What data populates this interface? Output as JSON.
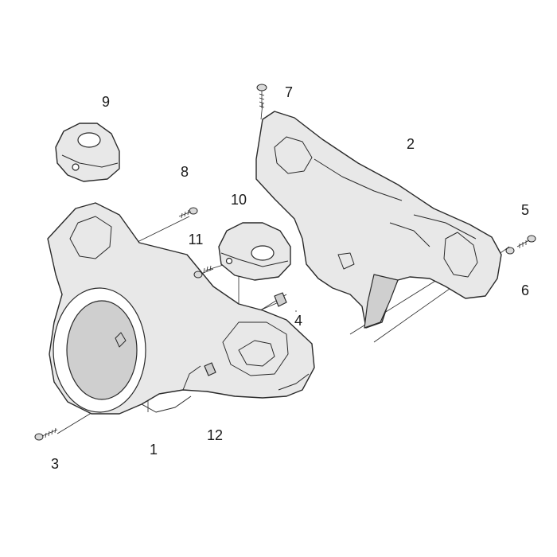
{
  "callouts": [
    {
      "id": "1",
      "label": "1"
    },
    {
      "id": "2",
      "label": "2"
    },
    {
      "id": "3",
      "label": "3"
    },
    {
      "id": "4",
      "label": "4"
    },
    {
      "id": "5",
      "label": "5"
    },
    {
      "id": "6",
      "label": "6"
    },
    {
      "id": "7",
      "label": "7"
    },
    {
      "id": "8",
      "label": "8"
    },
    {
      "id": "9",
      "label": "9"
    },
    {
      "id": "10",
      "label": "10"
    },
    {
      "id": "11",
      "label": "11"
    },
    {
      "id": "12",
      "label": "12"
    }
  ],
  "colors": {
    "line": "#2a2a2a",
    "fill": "#e8e8e8",
    "background": "#ffffff"
  }
}
